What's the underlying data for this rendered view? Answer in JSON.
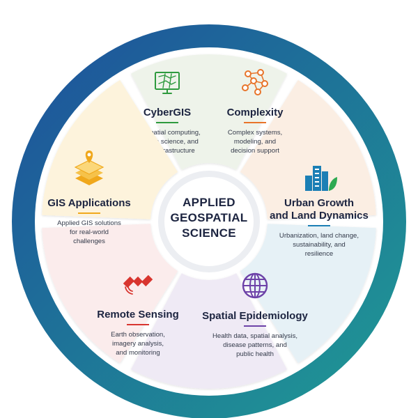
{
  "ring_title": "SPATIALLY INTEGRATED DOMAINS",
  "center": {
    "lines": [
      "APPLIED",
      "GEOSPATIAL",
      "SCIENCE"
    ]
  },
  "colors": {
    "ring_start": "#1e4f9c",
    "ring_end": "#1f9b94"
  },
  "segments": [
    {
      "id": "cybergis",
      "title": "CyberGIS",
      "icon": "map-monitor-icon",
      "description": [
        "Geospatial computing,",
        "AI, data science, and",
        "cyberinfrastructure"
      ],
      "color": "#eef3ea",
      "accent": "#2e9a3e"
    },
    {
      "id": "complexity",
      "title": "Complexity",
      "icon": "network-nodes-icon",
      "description": [
        "Complex systems,",
        "modeling, and",
        "decision support"
      ],
      "color": "#fbeee3",
      "accent": "#e8742a"
    },
    {
      "id": "urban",
      "title": "Urban Growth|and Land Dynamics",
      "icon": "city-buildings-icon",
      "description": [
        "Urbanization, land change,",
        "sustainability, and",
        "resilience"
      ],
      "color": "#e6f1f6",
      "accent": "#1b7fb5"
    },
    {
      "id": "epidemiology",
      "title": "Spatial Epidemiology",
      "icon": "globe-icon",
      "description": [
        "Health data, spatial analysis,",
        "disease patterns, and",
        "public health"
      ],
      "color": "#efeaf5",
      "accent": "#6d42a8"
    },
    {
      "id": "remote",
      "title": "Remote Sensing",
      "icon": "satellite-icon",
      "description": [
        "Earth observation,",
        "imagery analysis,",
        "and monitoring"
      ],
      "color": "#fbecec",
      "accent": "#d8352f"
    },
    {
      "id": "gis",
      "title": "GIS Applications",
      "icon": "map-layers-pin-icon",
      "description": [
        "Applied GIS solutions",
        "for real-world",
        "challenges"
      ],
      "color": "#fdf3dc",
      "accent": "#f0a81c"
    }
  ]
}
